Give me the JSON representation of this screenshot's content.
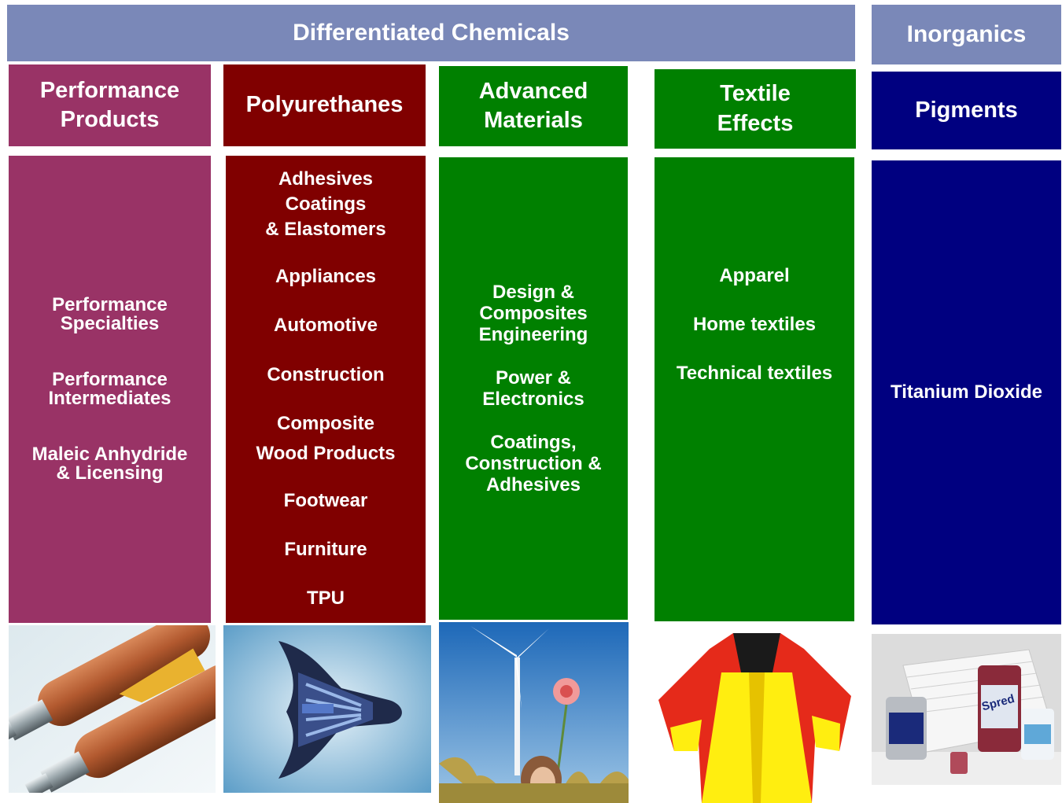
{
  "banners": {
    "differentiated": "Differentiated Chemicals",
    "inorganics": "Inorganics"
  },
  "columns": [
    {
      "header": [
        "Performance",
        "Products"
      ],
      "items": [
        "Performance",
        "Specialties",
        "Performance",
        "Intermediates",
        "Maleic Anhydride",
        "& Licensing"
      ]
    },
    {
      "header": [
        "Polyurethanes"
      ],
      "items": [
        "Adhesives",
        "Coatings",
        "& Elastomers",
        "Appliances",
        "Automotive",
        "Construction",
        "Composite",
        "Wood Products",
        "Footwear",
        "Furniture",
        "TPU"
      ]
    },
    {
      "header": [
        "Advanced",
        "Materials"
      ],
      "items": [
        "Design &",
        "Composites",
        "Engineering",
        "Power &",
        "Electronics",
        "Coatings,",
        "Construction &",
        "Adhesives"
      ]
    },
    {
      "header": [
        "Textile",
        "Effects"
      ],
      "items": [
        "Apparel",
        "Home textiles",
        "Technical textiles"
      ]
    },
    {
      "header": [
        "Pigments"
      ],
      "items": [
        "Titanium Dioxide"
      ]
    }
  ],
  "photos": {
    "can_label": "Spred"
  },
  "colors": {
    "banner": "#7a88b8",
    "performance_products": "#993366",
    "polyurethanes": "#800000",
    "advanced_materials": "#008000",
    "textile_effects": "#008000",
    "pigments": "#000080"
  }
}
